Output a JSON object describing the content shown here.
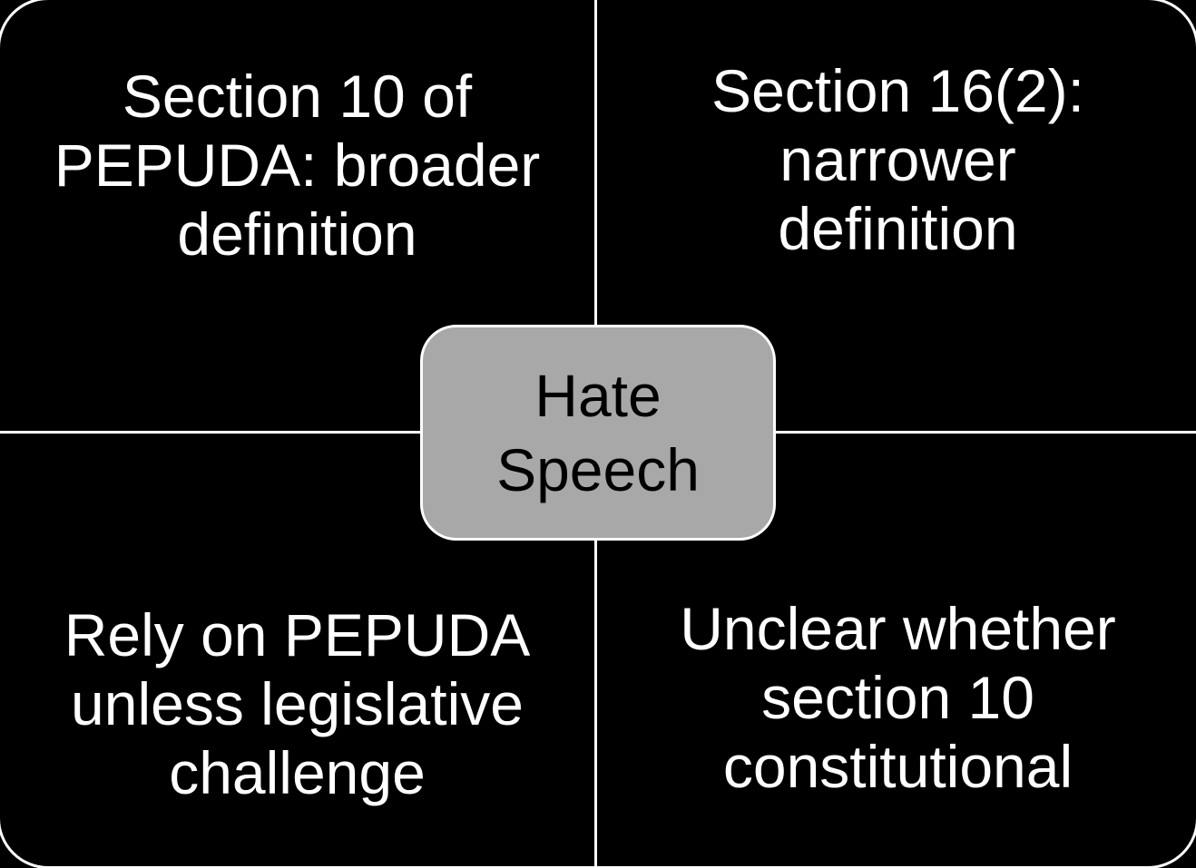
{
  "diagram": {
    "type": "matrix-quadrant",
    "center": {
      "label": "Hate\nSpeech"
    },
    "quadrants": [
      {
        "position": "top-left",
        "label": "Section 10 of\nPEPUDA: broader\ndefinition"
      },
      {
        "position": "top-right",
        "label": "Section 16(2):\nnarrower\ndefinition"
      },
      {
        "position": "bottom-left",
        "label": "Rely on PEPUDA\nunless legislative\nchallenge"
      },
      {
        "position": "bottom-right",
        "label": "Unclear whether\nsection 10\nconstitutional"
      }
    ],
    "colors": {
      "background": "#000000",
      "quadrant_fill": "#000000",
      "quadrant_text": "#ffffff",
      "divider_stroke": "#ffffff",
      "center_fill": "#a8a8a8",
      "center_border": "#ffffff",
      "center_text": "#000000"
    }
  }
}
